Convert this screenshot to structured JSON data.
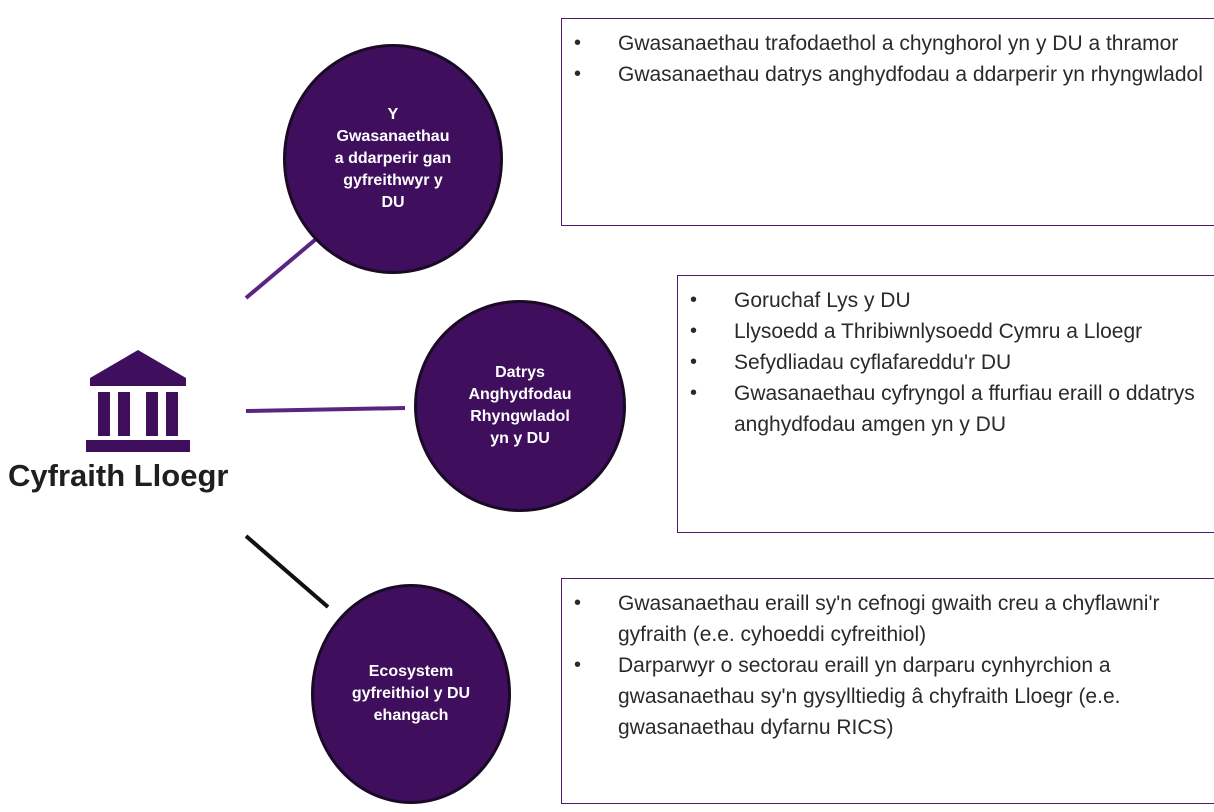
{
  "root": {
    "title": "Cyfraith Lloegr",
    "icon": "courthouse-icon"
  },
  "colors": {
    "circle_fill": "#3f0f5e",
    "circle_border": "#1a0a26",
    "accent": "#5a2480",
    "box_border": "#4b1a6b",
    "text": "#1f1f1f"
  },
  "branches": [
    {
      "label": "Y\nGwasanaethau\na ddarperir gan\ngyfreithwyr y\nDU",
      "items": [
        "Gwasanaethau trafodaethol a chynghorol yn y DU a thramor",
        "Gwasanaethau datrys anghydfodau a ddarperir yn rhyngwladol"
      ]
    },
    {
      "label": "Datrys\nAnghydfodau\nRhyngwladol\nyn y DU",
      "items": [
        "Goruchaf Lys y DU",
        "Llysoedd a Thribiwnlysoedd Cymru a Lloegr",
        "Sefydliadau cyflafareddu'r DU",
        "Gwasanaethau cyfryngol a ffurfiau eraill o ddatrys anghydfodau amgen yn y DU"
      ]
    },
    {
      "label": "Ecosystem\ngyfreithiol y DU\nehangach",
      "items": [
        "Gwasanaethau eraill sy'n cefnogi gwaith creu a chyflawni'r gyfraith (e.e. cyhoeddi cyfreithiol)",
        "Darparwyr o sectorau eraill yn darparu cynhyrchion a gwasanaethau  sy'n gysylltiedig â chyfraith Lloegr (e.e. gwasanaethau dyfarnu RICS)"
      ]
    }
  ]
}
